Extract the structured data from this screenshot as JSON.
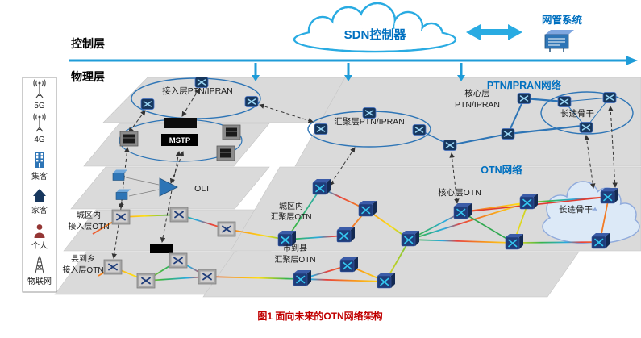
{
  "figure": {
    "caption": "图1 面向未来的OTN网络架构"
  },
  "top": {
    "sdn_controller": "SDN控制器",
    "nms": "网管系统"
  },
  "layers": {
    "control": "控制层",
    "physical": "物理层"
  },
  "sidebar": {
    "items": [
      {
        "label": "5G"
      },
      {
        "label": "4G"
      },
      {
        "label": "集客"
      },
      {
        "label": "家客"
      },
      {
        "label": "个人"
      },
      {
        "label": "物联网"
      }
    ]
  },
  "ptn": {
    "access": "接入层PTN/IPRAN",
    "aggregation": "汇聚层PTN/IPRAN",
    "core_line1": "核心层",
    "core_line2": "PTN/IPRAN",
    "network": "PTN/IPRAN网络",
    "backbone": "长途骨干"
  },
  "legacy": {
    "mstp": "MSTP",
    "olt": "OLT"
  },
  "otn": {
    "network": "OTN网络",
    "core": "核心层OTN",
    "urban_agg_line1": "城区内",
    "urban_agg_line2": "汇聚层OTN",
    "city_county_line1": "市到县",
    "city_county_line2": "汇聚层OTN",
    "urban_access_line1": "城区内",
    "urban_access_line2": "接入层OTN",
    "county_township_line1": "县到乡",
    "county_township_line2": "接入层OTN",
    "backbone": "长途骨干"
  },
  "colors": {
    "accent_blue": "#1F9CD8",
    "label_blue": "#0070C0",
    "band_gray": "#D9D9D9",
    "router_navy": "#1F3D7A",
    "caption_red": "#C00000"
  }
}
